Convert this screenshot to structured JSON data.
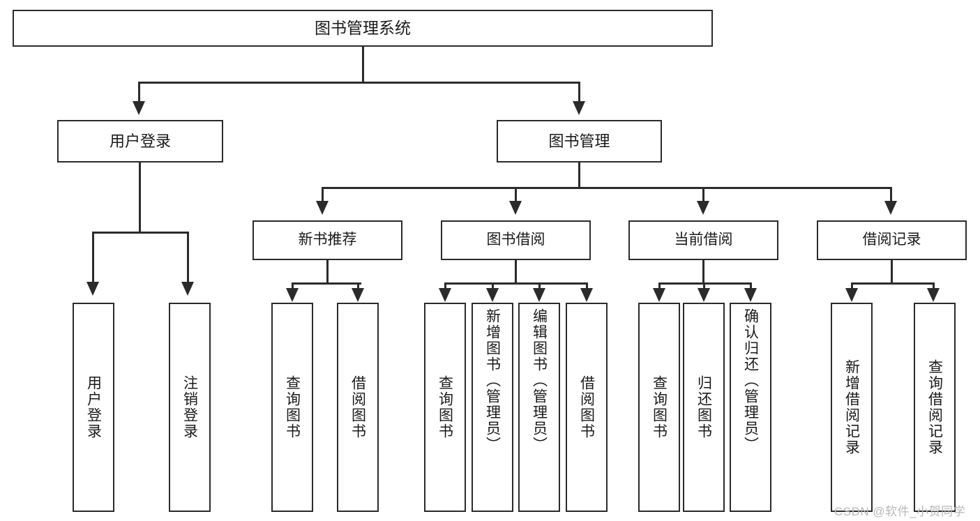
{
  "diagram": {
    "type": "tree-hierarchy",
    "title": "图书管理系统",
    "root": {
      "id": "root",
      "label": "图书管理系统"
    },
    "level1": [
      {
        "id": "user-login",
        "label": "用户登录"
      },
      {
        "id": "book-manage",
        "label": "图书管理"
      }
    ],
    "level2": [
      {
        "id": "new-book-rec",
        "label": "新书推荐",
        "parent": "book-manage"
      },
      {
        "id": "book-borrow",
        "label": "图书借阅",
        "parent": "book-manage"
      },
      {
        "id": "current-borrow",
        "label": "当前借阅",
        "parent": "book-manage"
      },
      {
        "id": "borrow-record",
        "label": "借阅记录",
        "parent": "book-manage"
      }
    ],
    "leaves": [
      {
        "id": "leaf-user-login",
        "label": "用户登录",
        "parent": "user-login"
      },
      {
        "id": "leaf-user-logout",
        "label": "注销登录",
        "parent": "user-login"
      },
      {
        "id": "leaf-query-book-1",
        "label": "查询图书",
        "parent": "new-book-rec"
      },
      {
        "id": "leaf-borrow-book-1",
        "label": "借阅图书",
        "parent": "new-book-rec"
      },
      {
        "id": "leaf-query-book-2",
        "label": "查询图书",
        "parent": "book-borrow"
      },
      {
        "id": "leaf-add-book",
        "label": "新增图书（管理员）",
        "parent": "book-borrow"
      },
      {
        "id": "leaf-edit-book",
        "label": "编辑图书（管理员）",
        "parent": "book-borrow"
      },
      {
        "id": "leaf-borrow-book-2",
        "label": "借阅图书",
        "parent": "book-borrow"
      },
      {
        "id": "leaf-query-book-3",
        "label": "查询图书",
        "parent": "current-borrow"
      },
      {
        "id": "leaf-return-book",
        "label": "归还图书",
        "parent": "current-borrow"
      },
      {
        "id": "leaf-confirm-return",
        "label": "确认归还（管理员）",
        "parent": "current-borrow"
      },
      {
        "id": "leaf-add-record",
        "label": "新增借阅记录",
        "parent": "borrow-record"
      },
      {
        "id": "leaf-query-record",
        "label": "查询借阅记录",
        "parent": "borrow-record"
      }
    ],
    "colors": {
      "stroke": "#2b2b2b",
      "fill": "#ffffff",
      "text": "#1a1a1a",
      "watermark": "#b8b8b8"
    }
  },
  "watermark": {
    "text": "CSDN @软件_小贺同学"
  }
}
